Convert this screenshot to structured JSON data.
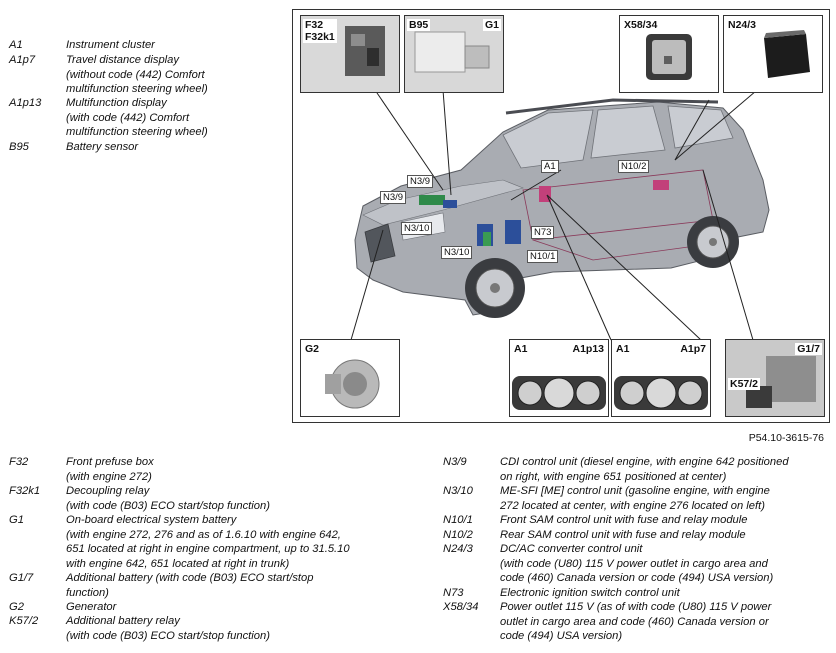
{
  "legend_top": [
    {
      "code": "A1",
      "desc": "Instrument cluster"
    },
    {
      "code": "A1p7",
      "desc": "Travel distance display\n(without code (442) Comfort\nmultifunction steering wheel)"
    },
    {
      "code": "A1p13",
      "desc": "Multifunction display\n(with code (442) Comfort\nmultifunction steering wheel)"
    },
    {
      "code": "B95",
      "desc": "Battery sensor"
    }
  ],
  "legend_left": [
    {
      "code": "F32",
      "desc": "Front prefuse box\n(with engine 272)"
    },
    {
      "code": "F32k1",
      "desc": "Decoupling relay\n(with code (B03) ECO start/stop function)"
    },
    {
      "code": "G1",
      "desc": "On-board electrical system battery\n(with engine 272, 276 and as of 1.6.10 with engine 642,\n651 located at right in engine compartment, up to 31.5.10\nwith engine 642, 651 located at right in trunk)"
    },
    {
      "code": "G1/7",
      "desc": "Additional battery (with code (B03) ECO start/stop\nfunction)"
    },
    {
      "code": "G2",
      "desc": "Generator"
    },
    {
      "code": "K57/2",
      "desc": "Additional battery relay\n(with code (B03) ECO start/stop function)"
    }
  ],
  "legend_right": [
    {
      "code": "N3/9",
      "desc": "CDI control unit (diesel engine, with engine 642 positioned\non right, with engine 651 positioned at center)"
    },
    {
      "code": "N3/10",
      "desc": "ME-SFI [ME] control unit (gasoline engine, with engine\n272 located at center, with engine 276 located on left)"
    },
    {
      "code": "N10/1",
      "desc": "Front SAM control unit with fuse and relay module"
    },
    {
      "code": "N10/2",
      "desc": "Rear SAM control unit with fuse and relay module"
    },
    {
      "code": "N24/3",
      "desc": "DC/AC converter control unit\n(with code (U80) 115 V power outlet in cargo area and\ncode (460) Canada version or code (494) USA version)"
    },
    {
      "code": "N73",
      "desc": "Electronic ignition switch control unit"
    },
    {
      "code": "X58/34",
      "desc": "Power outlet 115 V (as of with code (U80) 115 V power\noutlet in cargo area and code (460) Canada version or\ncode (494) USA version)"
    }
  ],
  "insets": {
    "f32": "F32\nF32k1",
    "b95": "B95",
    "g1": "G1",
    "x58": "X58/34",
    "n24": "N24/3",
    "g2": "G2",
    "a1_left": "A1",
    "a1p13": "A1p13",
    "a1_right": "A1",
    "a1p7": "A1p7",
    "g17": "G1/7",
    "k57": "K57/2"
  },
  "callouts": {
    "n39_a": "N3/9",
    "n39_b": "N3/9",
    "n310_a": "N3/10",
    "n310_b": "N3/10",
    "a1": "A1",
    "n102": "N10/2",
    "n73": "N73",
    "n101": "N10/1"
  },
  "figure_ref": "P54.10-3615-76"
}
